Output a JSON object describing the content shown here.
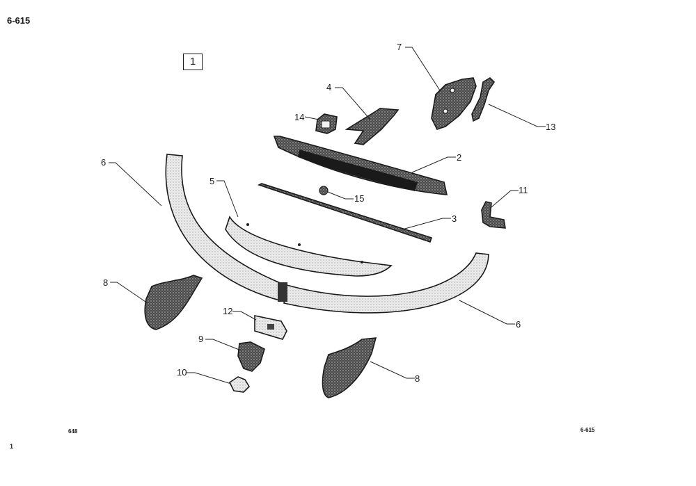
{
  "header": {
    "page_ref": "6-615",
    "figure_number": "1"
  },
  "footer": {
    "left_code": "648",
    "right_code": "6-615",
    "corner_mark": "1"
  },
  "callouts": [
    {
      "id": "7",
      "text": "7"
    },
    {
      "id": "4",
      "text": "4"
    },
    {
      "id": "14",
      "text": "14"
    },
    {
      "id": "13",
      "text": "13"
    },
    {
      "id": "2",
      "text": "2"
    },
    {
      "id": "6a",
      "text": "6"
    },
    {
      "id": "5",
      "text": "5"
    },
    {
      "id": "15",
      "text": "15"
    },
    {
      "id": "11",
      "text": "11"
    },
    {
      "id": "3",
      "text": "3"
    },
    {
      "id": "8a",
      "text": "8"
    },
    {
      "id": "12",
      "text": "12"
    },
    {
      "id": "6b",
      "text": "6"
    },
    {
      "id": "9",
      "text": "9"
    },
    {
      "id": "8b",
      "text": "8"
    },
    {
      "id": "10",
      "text": "10"
    }
  ]
}
